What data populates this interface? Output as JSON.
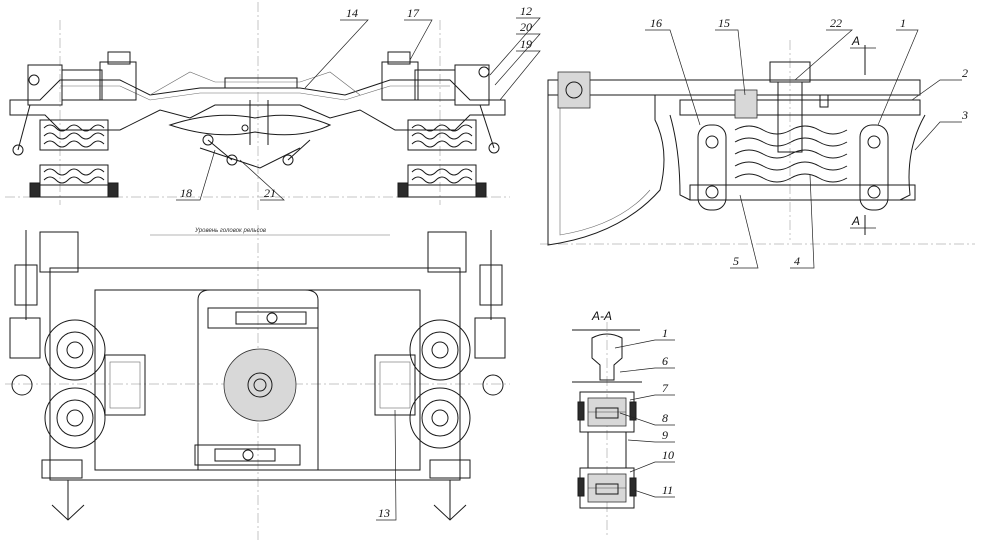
{
  "labels": {
    "n1": "1",
    "n2": "2",
    "n3": "3",
    "n4": "4",
    "n5": "5",
    "n6": "6",
    "n7": "7",
    "n8": "8",
    "n9": "9",
    "n10": "10",
    "n11": "11",
    "n12": "12",
    "n13": "13",
    "n14": "14",
    "n15": "15",
    "n16": "16",
    "n17": "17",
    "n18": "18",
    "n19": "19",
    "n20": "20",
    "n21": "21",
    "n22": "22"
  },
  "section": {
    "marker": "A",
    "title": "A-A"
  },
  "note": "Уровень головок рельсов"
}
